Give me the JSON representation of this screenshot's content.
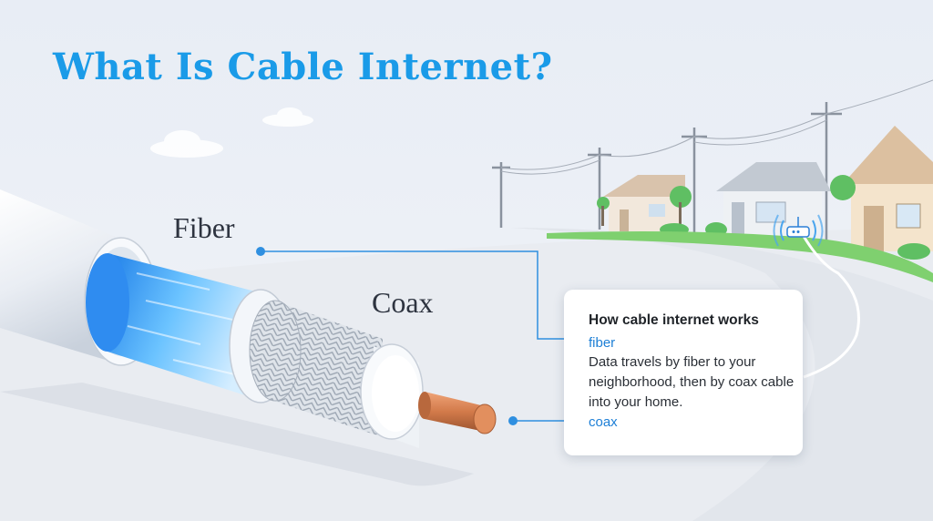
{
  "title": "What Is Cable Internet?",
  "labels": {
    "fiber": "Fiber",
    "coax": "Coax"
  },
  "card": {
    "title": "How cable internet works",
    "fiber_tag": "fiber",
    "body": "Data travels by fiber to your neighborhood, then by coax cable into your home.",
    "coax_tag": "coax"
  },
  "colors": {
    "title": "#1a9be8",
    "fiber_glow": "#3aa0f5",
    "callout_line": "#2f8fe0",
    "copper": "#d27a4a"
  },
  "icons": [
    "wifi-router-icon"
  ]
}
